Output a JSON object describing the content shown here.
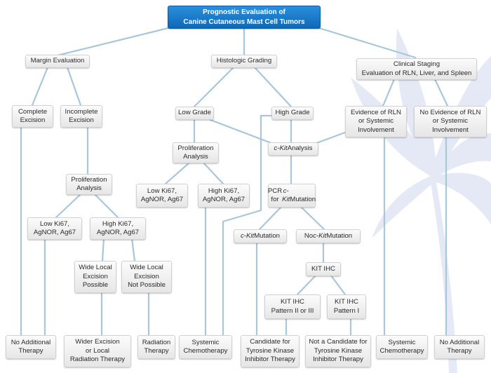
{
  "title": {
    "line1": "Prognostic Evaluation of",
    "line2": "Canine Cutaneous Mast Cell Tumors"
  },
  "nodes": {
    "margin_evaluation": "Margin Evaluation",
    "histologic_grading": "Histologic Grading",
    "clinical_staging": "Clinical Staging\nEvaluation of RLN, Liver, and Spleen",
    "complete_excision": "Complete\nExcision",
    "incomplete_excision": "Incomplete\nExcision",
    "low_grade": "Low Grade",
    "high_grade": "High Grade",
    "evidence_rln": "Evidence of RLN\nor Systemic\nInvolvement",
    "no_evidence_rln": "No Evidence of RLN\nor Systemic\nInvolvement",
    "proliferation_analysis_mid": "Proliferation\nAnalysis",
    "ckit_analysis": {
      "pre": "",
      "em": "c-Kit",
      "post": " Analysis"
    },
    "proliferation_analysis_left": "Proliferation\nAnalysis",
    "low_ki67_mid": "Low Ki67,\nAgNOR, Ag67",
    "high_ki67_mid": "High Ki67,\nAgNOR, Ag67",
    "pcr_ckit": {
      "pre": "PCR for ",
      "em": "c-Kit",
      "post": "\nMutation"
    },
    "low_ki67_left": "Low Ki67,\nAgNOR, Ag67",
    "high_ki67_left": "High Ki67,\nAgNOR, Ag67",
    "ckit_mutation": {
      "pre": "",
      "em": "c-Kit",
      "post": " Mutation"
    },
    "no_ckit_mutation": {
      "pre": "No ",
      "em": "c-Kit",
      "post": " Mutation"
    },
    "wide_local_possible": "Wide Local\nExcision\nPossible",
    "wide_local_not_possible": "Wide Local\nExcision\nNot Possible",
    "kit_ihc": "KIT IHC",
    "kit_ihc_pattern_2_3": "KIT IHC\nPattern II or III",
    "kit_ihc_pattern_1": "KIT IHC\nPattern I",
    "no_additional_therapy_left": "No Additional\nTherapy",
    "wider_excision": "Wider Excision\nor Local\nRadiation Therapy",
    "radiation_therapy": "Radiation\nTherapy",
    "systemic_chemo_mid": "Systemic\nChemotherapy",
    "candidate_tki": "Candidate for\nTyrosine Kinase\nInhibitor Therapy",
    "not_candidate_tki": "Not a Candidate for\nTyrosine Kinase\nInhibitor Therapy",
    "systemic_chemo_right": "Systemic\nChemotherapy",
    "no_additional_therapy_right": "No Additional\nTherapy"
  },
  "colors": {
    "connector": "#a9c6da",
    "title_fill": "#1878c8",
    "title_text": "#ffffff",
    "palm": "#cfd8ee"
  }
}
